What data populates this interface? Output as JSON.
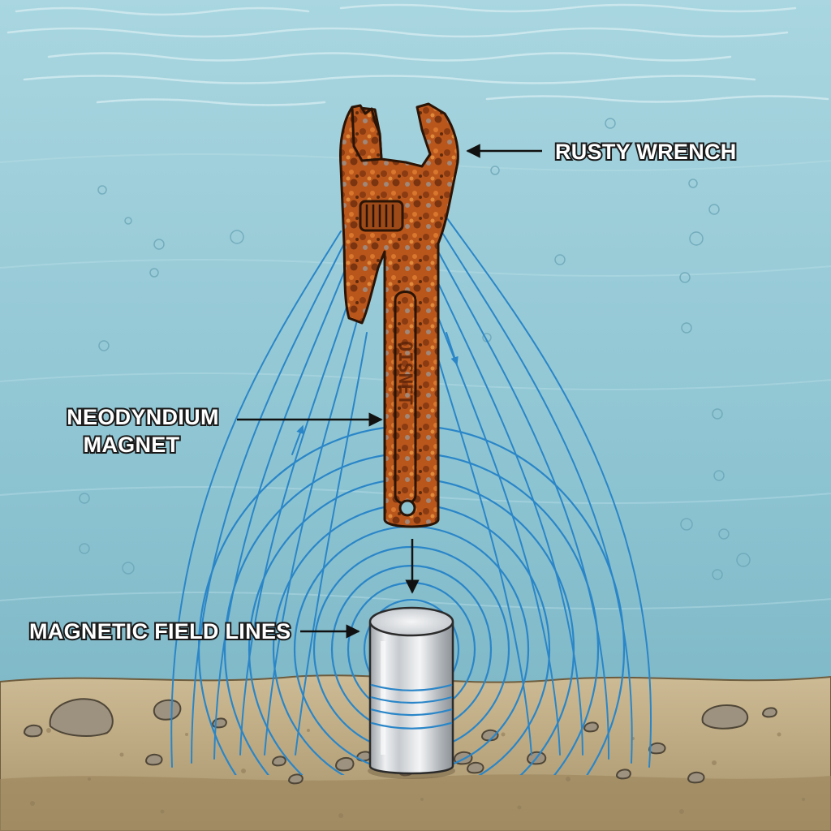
{
  "labels": {
    "rusty_wrench": "RUSTY WRENCH",
    "neodymium_magnet_line1": "NEODYNDIUM",
    "neodymium_magnet_line2": "MAGNET",
    "field_lines": "MAGNETIC FIELD LINES"
  },
  "wrench_stamp": "OISNET",
  "colors": {
    "water_top": "#a7d5df",
    "water_bottom": "#7ab6c6",
    "rust": "#b5531c",
    "rust_dark": "#7a3410",
    "field_line": "#2a86c8",
    "magnet_silver": "#d9dcdf",
    "sand": "#c9b792"
  }
}
